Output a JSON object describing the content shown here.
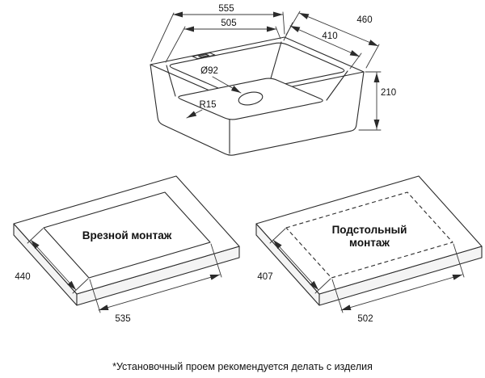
{
  "sink_drawing": {
    "dim_outer_width": "555",
    "dim_inner_width": "505",
    "dim_outer_depth": "460",
    "dim_inner_depth": "410",
    "dim_height": "210",
    "dim_drain_diameter": "Ø92",
    "dim_corner_radius": "R15"
  },
  "inset_mount": {
    "title": "Врезной монтаж",
    "dim_depth": "440",
    "dim_width": "535"
  },
  "undermount": {
    "title_line1": "Подстольный",
    "title_line2": "монтаж",
    "dim_depth": "407",
    "dim_width": "502"
  },
  "footnote": "*Установочный проем рекомендуется делать с изделия"
}
